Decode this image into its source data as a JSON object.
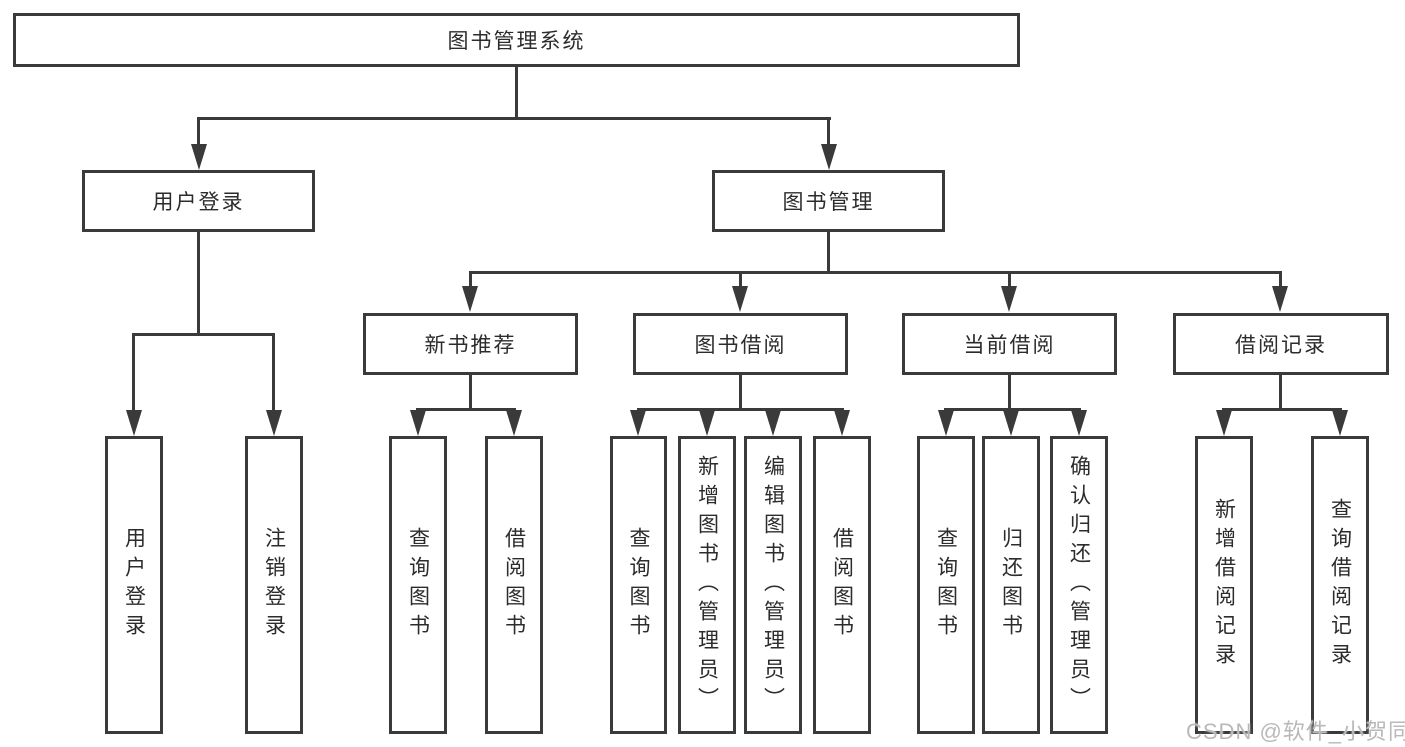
{
  "colors": {
    "line": "#3a3a3a",
    "text": "#2c2c2c",
    "watermark": "#b9b9b9",
    "background": "#ffffff"
  },
  "nodes": {
    "root": "图书管理系统",
    "user_login": "用户登录",
    "book_mgmt": "图书管理",
    "new_rec": "新书推荐",
    "borrow": "图书借阅",
    "current": "当前借阅",
    "records": "借阅记录"
  },
  "leaves": {
    "user_login_1": "用户登录",
    "user_login_2": "注销登录",
    "new_rec_1": "查询图书",
    "new_rec_2": "借阅图书",
    "borrow_1": "查询图书",
    "borrow_2": "新增图书（管理员）",
    "borrow_3": "编辑图书（管理员）",
    "borrow_4": "借阅图书",
    "current_1": "查询图书",
    "current_2": "归还图书",
    "current_3": "确认归还（管理员）",
    "records_1": "新增借阅记录",
    "records_2": "查询借阅记录"
  },
  "watermark": "CSDN @软件_小贺同学"
}
